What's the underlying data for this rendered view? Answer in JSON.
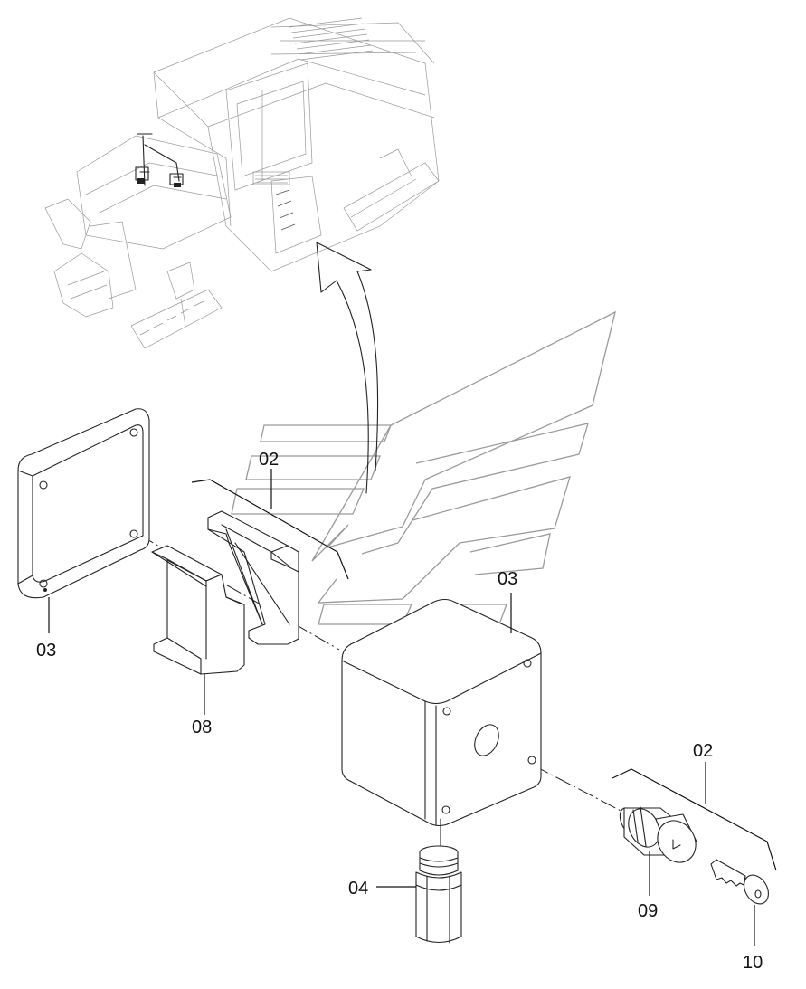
{
  "labels": {
    "cover_plate": "03",
    "housing_top": "03",
    "cable_top": "02",
    "cable_right": "02",
    "gasket": "08",
    "gland": "04",
    "switch": "09",
    "key": "10"
  }
}
